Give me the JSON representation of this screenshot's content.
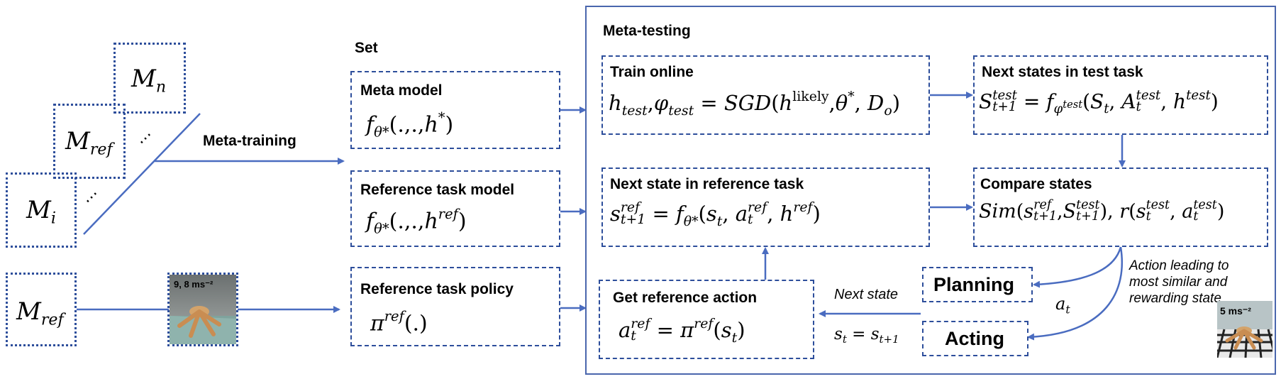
{
  "diagram": {
    "set_label": "Set",
    "meta_training_label": "Meta-training",
    "meta_testing_label": "Meta-testing",
    "models": {
      "m_n": "M",
      "m_n_sub": "n",
      "m_ref": "M",
      "m_ref_sub": "ref",
      "m_i": "M",
      "m_i_sub": "i",
      "m_ref_bottom": "M",
      "m_ref_bottom_sub": "ref",
      "dots": "⋯"
    },
    "left_thumb_label": "9, 8 ms⁻²",
    "right_thumb_label": "5 ms⁻²",
    "set_boxes": {
      "meta_model": {
        "title": "Meta model",
        "formula": "fθ*(.,.,h*)"
      },
      "ref_task_model": {
        "title": "Reference task model",
        "formula": "fθ*(.,.,h^ref)"
      },
      "ref_task_policy": {
        "title": "Reference task policy",
        "formula": "π^ref(.)"
      }
    },
    "testing_boxes": {
      "train_online": {
        "title": "Train online",
        "formula": "h_test, φ_test = SGD(h^likely, θ*, D_o)"
      },
      "next_states_test": {
        "title": "Next states in test task",
        "formula": "S_t+1^test = f_φtest(S_t, A_t^test, h^test)"
      },
      "next_state_ref": {
        "title": "Next state in reference task",
        "formula": "s_t+1^ref = fθ*(s_t, a_t^ref, h^ref)"
      },
      "compare_states": {
        "title": "Compare states",
        "formula": "Sim(s_t+1^ref, S_t+1^test), r(s_t^test, a_t^test)"
      },
      "get_ref_action": {
        "title": "Get reference action",
        "formula": "a_t^ref = π^ref(s_t)"
      },
      "planning": {
        "title": "Planning"
      },
      "acting": {
        "title": "Acting"
      }
    },
    "edge_labels": {
      "next_state": "Next state",
      "st_update": "s_t = s_t+1",
      "a_t": "a_t",
      "action_leading": "Action leading to most similar and rewarding state"
    }
  }
}
